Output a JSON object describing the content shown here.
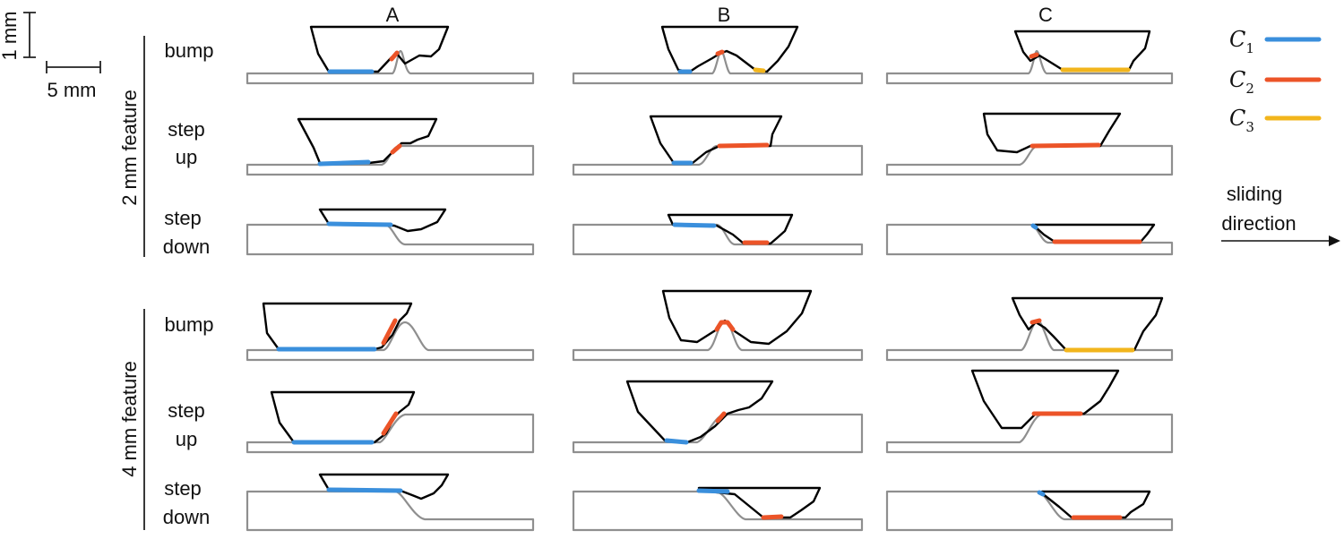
{
  "scale_bars": {
    "vertical_label": "1 mm",
    "horizontal_label": "5 mm"
  },
  "columns": [
    "A",
    "B",
    "C"
  ],
  "groups": [
    {
      "label": "2 mm feature",
      "rows": [
        {
          "line1": "bump",
          "line2": ""
        },
        {
          "line1": "step",
          "line2": "up"
        },
        {
          "line1": "step",
          "line2": "down"
        }
      ]
    },
    {
      "label": "4 mm feature",
      "rows": [
        {
          "line1": "bump",
          "line2": ""
        },
        {
          "line1": "step",
          "line2": "up"
        },
        {
          "line1": "step",
          "line2": "down"
        }
      ]
    }
  ],
  "legend": {
    "items": [
      {
        "symbol": "C",
        "subscript": "1",
        "color": "#3a8fdc"
      },
      {
        "symbol": "C",
        "subscript": "2",
        "color": "#ec5428"
      },
      {
        "symbol": "C",
        "subscript": "3",
        "color": "#f2b51c"
      }
    ]
  },
  "direction": {
    "line1": "sliding",
    "line2": "direction"
  },
  "colors": {
    "contact_1": "#3a8fdc",
    "contact_2": "#ec5428",
    "contact_3": "#f2b51c",
    "surface": "#8f8f8f",
    "sensor_outline": "#000000"
  }
}
